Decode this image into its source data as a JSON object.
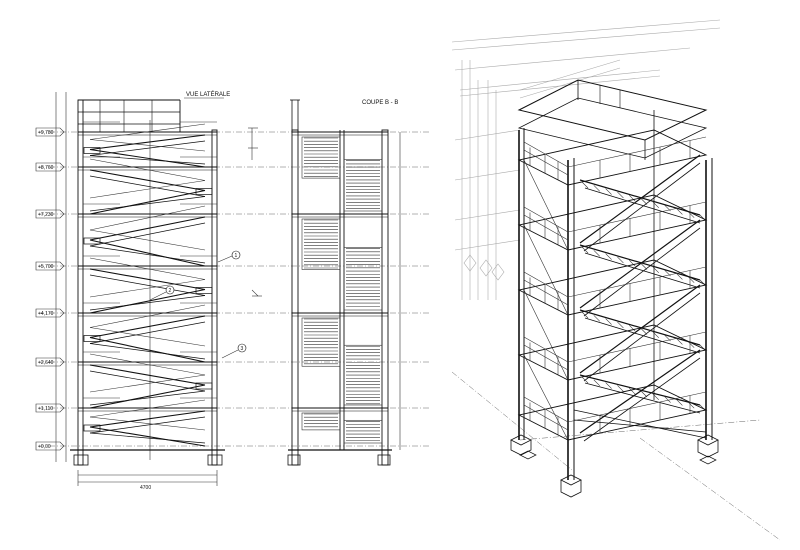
{
  "views": {
    "side_title": "VUE LATÉRALE",
    "section_title": "COUPE B - B"
  },
  "levels": [
    {
      "label": "+9,780"
    },
    {
      "label": "+8,760"
    },
    {
      "label": "+7,230"
    },
    {
      "label": "+5,700"
    },
    {
      "label": "+4,170"
    },
    {
      "label": "+2,640"
    },
    {
      "label": "+1,110"
    },
    {
      "label": "+0,00"
    }
  ],
  "dimensions": {
    "overall_width": "4700"
  },
  "callouts": [
    {
      "label": "1"
    },
    {
      "label": "2"
    },
    {
      "label": "3"
    }
  ],
  "colors": {
    "line": "#111111",
    "background": "#ffffff",
    "guide": "#666666"
  }
}
